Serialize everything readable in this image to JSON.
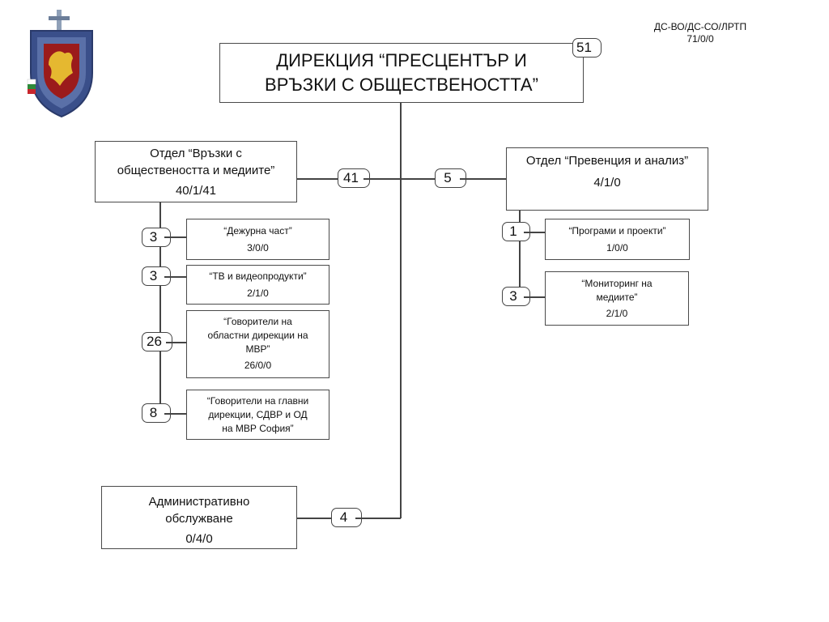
{
  "header": {
    "code_line1": "ДС-ВО/ДС-СО/ЛРТП",
    "code_line2": "71/0/0"
  },
  "directorate": {
    "title_line1": "ДИРЕКЦИЯ “ПРЕСЦЕНТЪР И",
    "title_line2": "ВРЪЗКИ С ОБЩЕСТВЕНОСТТА”",
    "count": "51"
  },
  "dept_public": {
    "name_line1": "Отдел “Връзки с",
    "name_line2": "обществеността и медиите”",
    "stats": "40/1/41",
    "count": "41",
    "sectors": [
      {
        "lines": [
          "“Дежурна част”"
        ],
        "stats": "3/0/0",
        "count": "3"
      },
      {
        "lines": [
          "“ТВ и видеопродукти”"
        ],
        "stats": "2/1/0",
        "count": "3"
      },
      {
        "lines": [
          "“Говорители на",
          "областни дирекции на",
          "МВР”"
        ],
        "stats": "26/0/0",
        "count": "26"
      },
      {
        "lines": [
          "“Говорители на главни",
          "дирекции, СДВР и ОД",
          "на МВР София”"
        ],
        "stats": "",
        "count": "8"
      }
    ]
  },
  "dept_prevention": {
    "name": "Отдел “Превенция и анализ”",
    "stats": "4/1/0",
    "count": "5",
    "sectors": [
      {
        "lines": [
          "“Програми и проекти”"
        ],
        "stats": "1/0/0",
        "count": "1"
      },
      {
        "lines": [
          "“Мониторинг на",
          "медиите”"
        ],
        "stats": "2/1/0",
        "count": "3"
      }
    ]
  },
  "admin": {
    "name_line1": "Административно",
    "name_line2": "обслужване",
    "stats": "0/4/0",
    "count": "4"
  },
  "colors": {
    "line": "#444444",
    "border": "#4a4a4a"
  }
}
